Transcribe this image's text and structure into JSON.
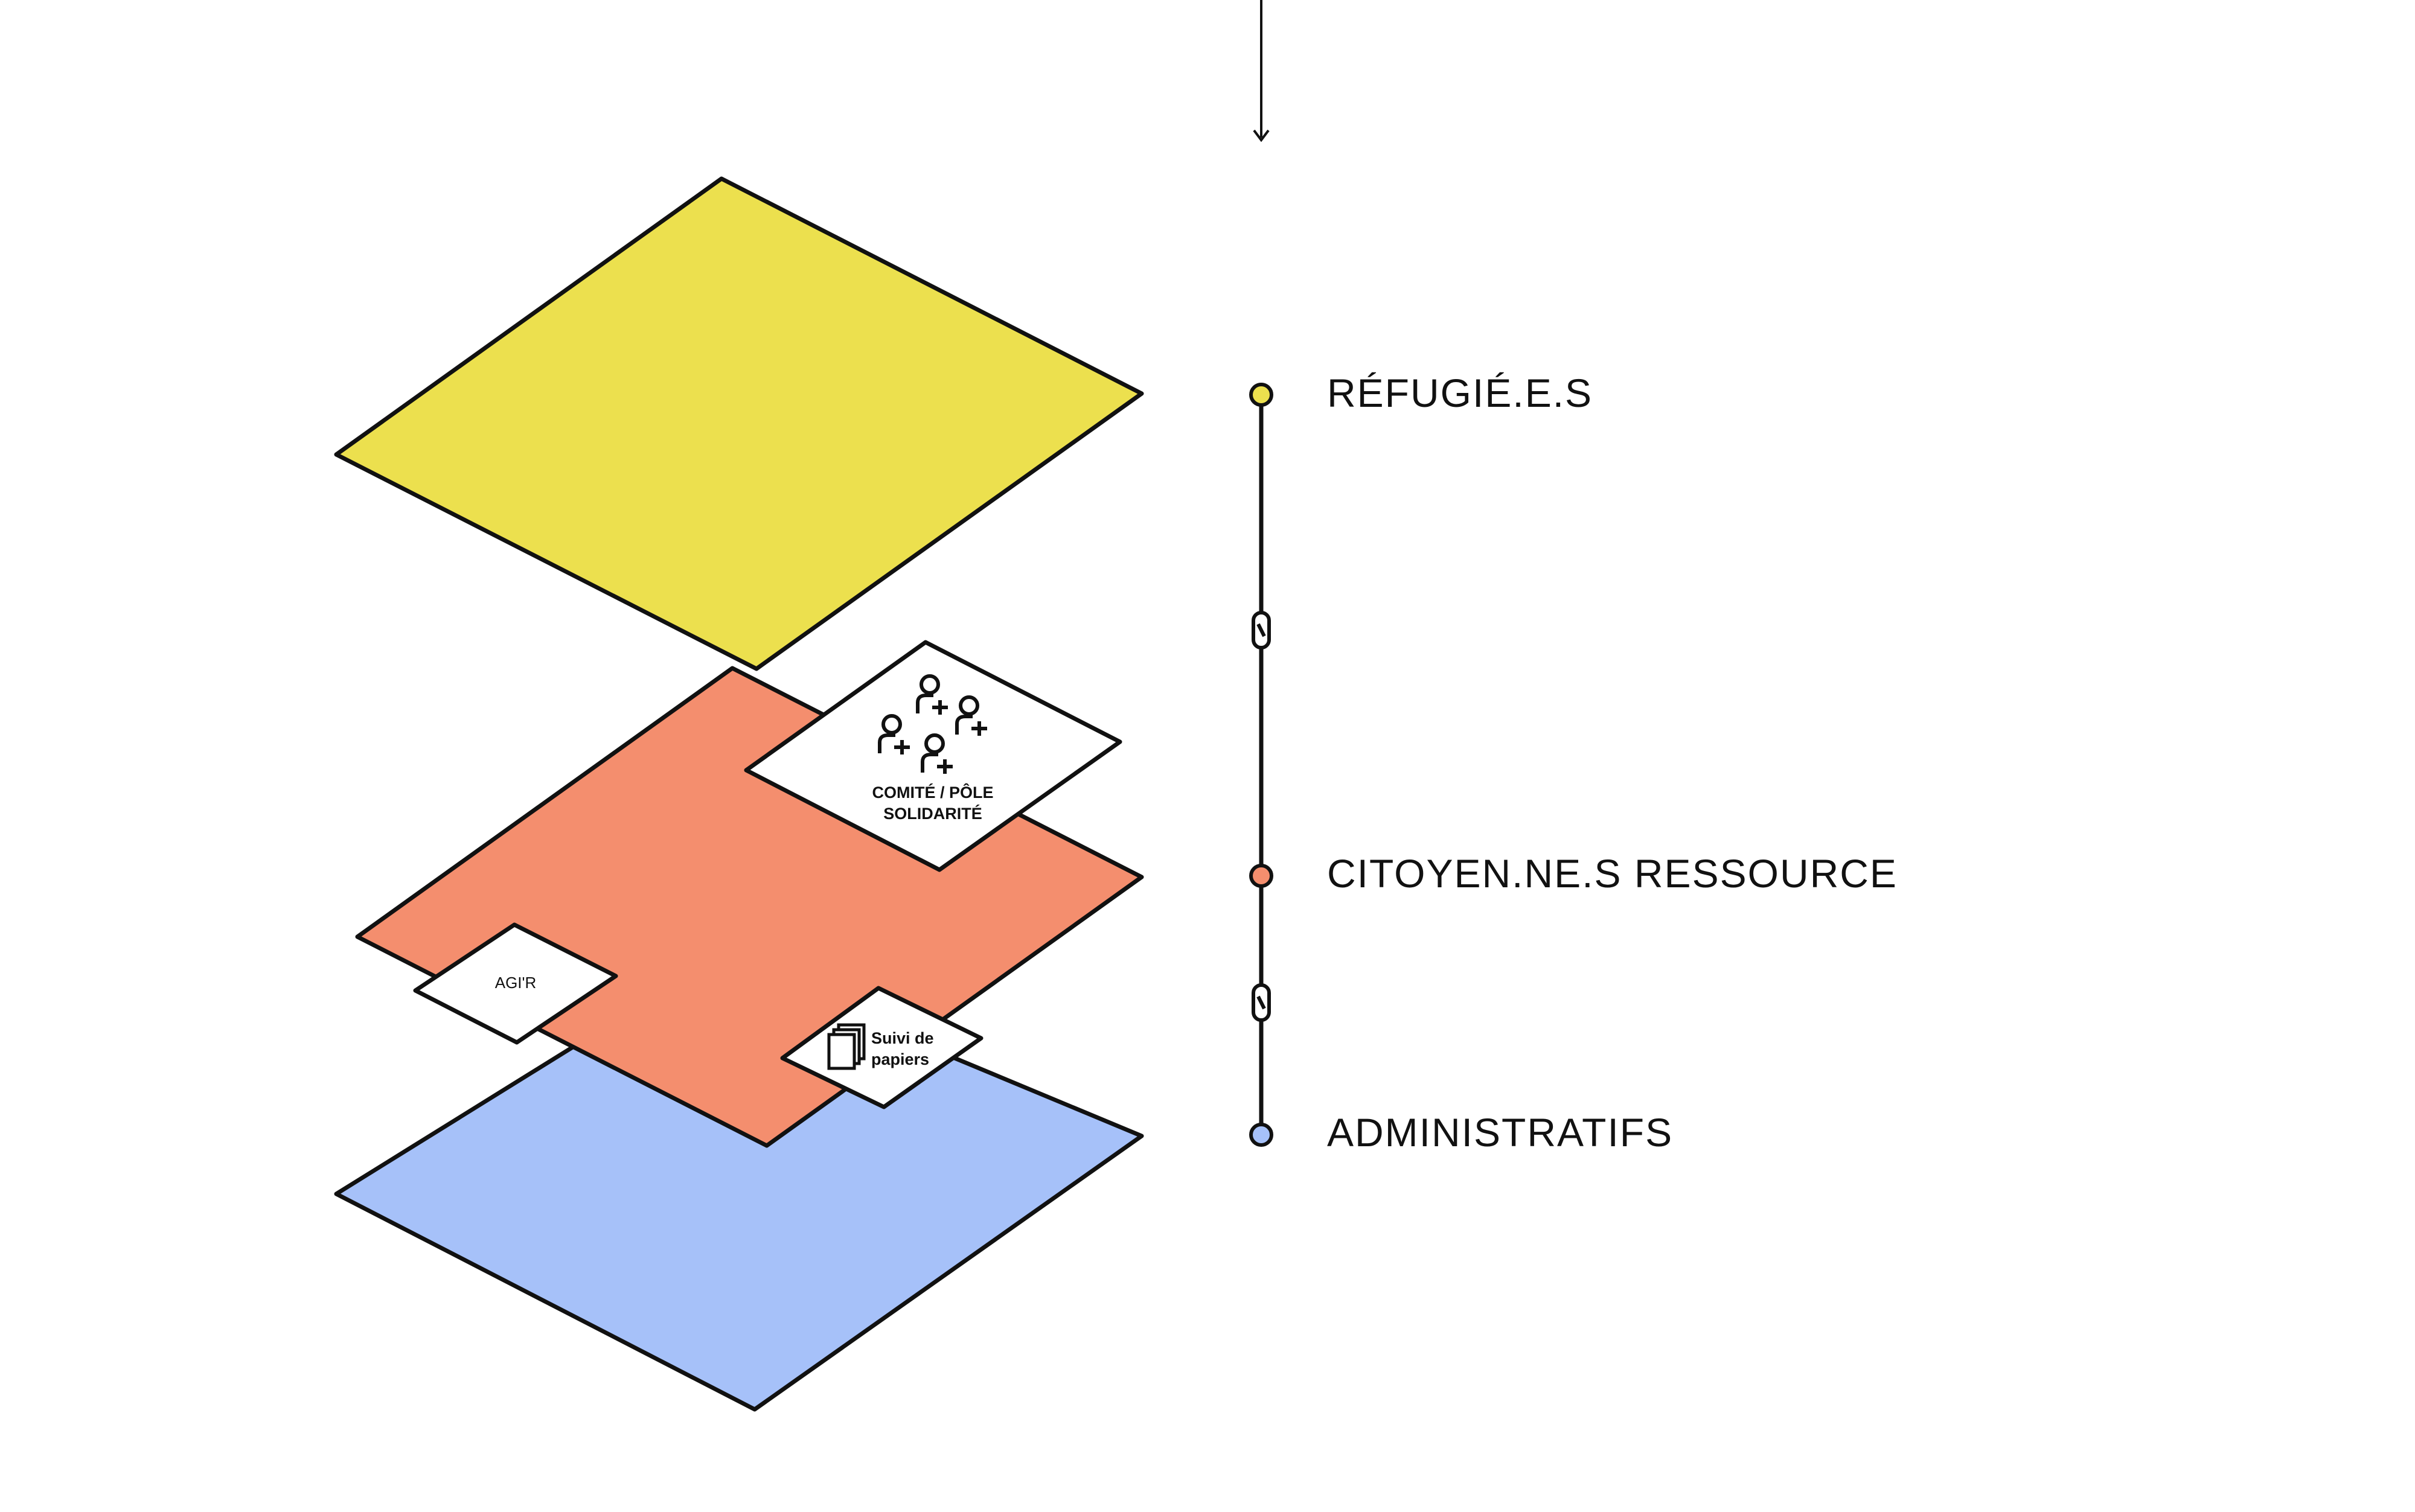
{
  "layers": [
    {
      "id": "refugies",
      "label": "RÉFUGIÉ.E.S",
      "color": "#ECE04E"
    },
    {
      "id": "citoyens",
      "label": "CITOYEN.NE.S RESSOURCE",
      "color": "#F48E6E"
    },
    {
      "id": "administratifs",
      "label": "ADMINISTRATIFS",
      "color": "#A6C1F9"
    }
  ],
  "tiles": {
    "comite": {
      "line1": "COMITÉ / PÔLE",
      "line2": "SOLIDARITÉ",
      "icon": "people-plus-icon"
    },
    "agir": {
      "label": "AGI'R"
    },
    "suivi": {
      "line1": "Suivi de",
      "line2": "papiers",
      "icon": "documents-icon"
    }
  },
  "timeline": {
    "link_icon": "chain-link-icon",
    "arrow_icon": "arrow-down-icon",
    "line_color": "#111111"
  }
}
